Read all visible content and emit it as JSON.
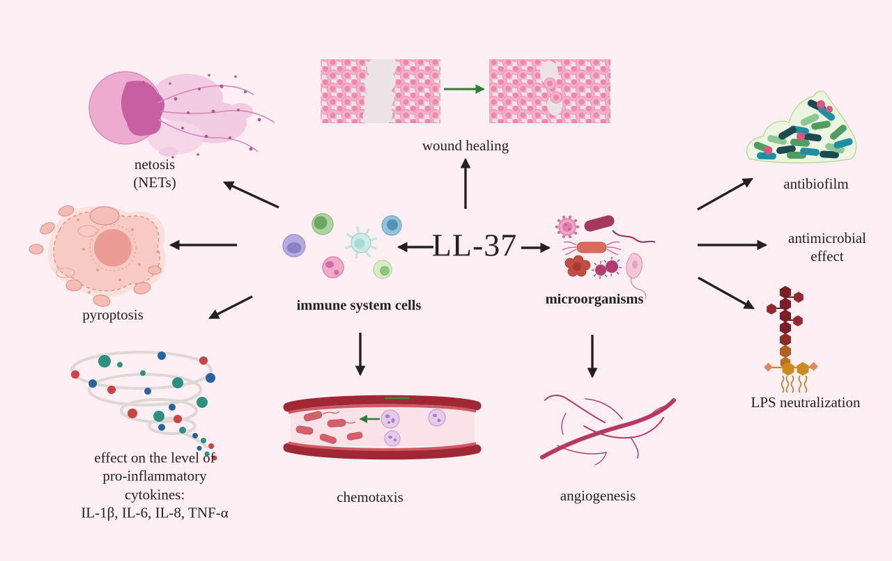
{
  "figure": {
    "background_color": "#fdeff4",
    "center": {
      "label": "LL-37"
    },
    "groups": {
      "immune": {
        "label": "immune system cells"
      },
      "micro": {
        "label": "microorganisms"
      }
    },
    "labels": {
      "wound_healing": "wound healing",
      "netosis_line1": "netosis",
      "netosis_line2": "(NETs)",
      "pyroptosis": "pyroptosis",
      "cytokines_line1": "effect on the level of",
      "cytokines_line2": "pro-inflammatory",
      "cytokines_line3": "cytokines:",
      "cytokines_line4": "IL-1β, IL-6, IL-8, TNF-α",
      "chemotaxis": "chemotaxis",
      "angiogenesis": "angiogenesis",
      "antibiofilm": "antibiofilm",
      "antimicrobial_line1": "antimicrobial",
      "antimicrobial_line2": "effect",
      "lps": "LPS neutralization"
    },
    "relations": [
      {
        "source": "LL-37",
        "target": "immune system cells"
      },
      {
        "source": "LL-37",
        "target": "microorganisms"
      },
      {
        "source": "LL-37",
        "target": "wound healing"
      },
      {
        "source": "immune system cells",
        "target": "netosis (NETs)"
      },
      {
        "source": "immune system cells",
        "target": "pyroptosis"
      },
      {
        "source": "immune system cells",
        "target": "effect on the level of pro-inflammatory cytokines: IL-1β, IL-6, IL-8, TNF-α"
      },
      {
        "source": "immune system cells",
        "target": "chemotaxis"
      },
      {
        "source": "microorganisms",
        "target": "antibiofilm"
      },
      {
        "source": "microorganisms",
        "target": "antimicrobial effect"
      },
      {
        "source": "microorganisms",
        "target": "LPS neutralization"
      },
      {
        "source": "microorganisms",
        "target": "angiogenesis"
      }
    ],
    "palette": {
      "text": "#241f21",
      "arrow_black": "#241f21",
      "arrow_green": "#2e7d32",
      "wound_cell_pink": "#f6b0c7",
      "vessel_dark_red": "#a02834",
      "angiogenesis_crimson": "#b7395f",
      "biofilm_teal": "#1d8fa2",
      "biofilm_dark": "#1b4b50",
      "biofilm_green": "#4f9d62",
      "lps_dark_red": "#7c1e27",
      "lps_orange": "#cf8a1f",
      "netosis_pink": "#eeabd0",
      "pyroptosis_salmon": "#f7cbc4"
    }
  }
}
